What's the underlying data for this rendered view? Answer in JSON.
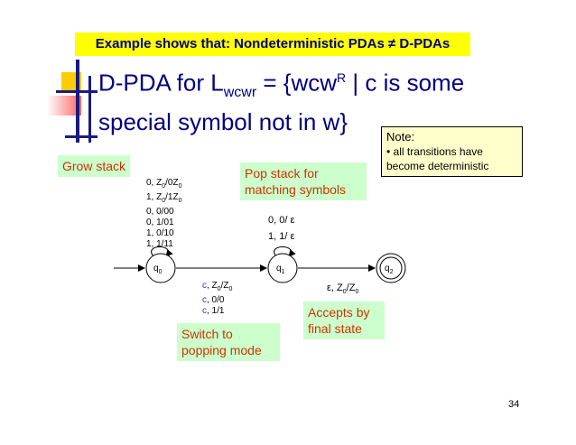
{
  "banner": "Example shows that: Nondeterministic PDAs ≠ D-PDAs",
  "title": {
    "line1_pre": "D-PDA for L",
    "line1_sub": "wcwr",
    "line1_mid": " = {wcw",
    "line1_sup": "R",
    "line1_post": " | c is some",
    "line2": "special symbol not in w}"
  },
  "note": {
    "heading": "Note:",
    "line1": "• all transitions have",
    "line2": "become deterministic"
  },
  "callouts": {
    "grow": "Grow stack",
    "pop_line1": "Pop stack for",
    "pop_line2": "matching symbols",
    "switch_line1": "Switch to",
    "switch_line2": "popping mode",
    "accept_line1": "Accepts by",
    "accept_line2": "final state"
  },
  "states": {
    "q0": "q",
    "q0_sub": "0",
    "q1": "q",
    "q1_sub": "1",
    "q2": "q",
    "q2_sub": "2"
  },
  "q0_loop": [
    {
      "a": "0, Z",
      "b": "0",
      "c": "/0Z",
      "d": "0"
    },
    {
      "a": "1, Z",
      "b": "0",
      "c": "/1Z",
      "d": "0"
    },
    {
      "a": "0, 0/00"
    },
    {
      "a": "0, 1/01"
    },
    {
      "a": "1, 0/10"
    },
    {
      "a": "1, 1/11"
    }
  ],
  "q1_loop": {
    "line1": "0, 0/ ε",
    "line2": "1, 1/ ε"
  },
  "q0_q1": [
    {
      "sym": "c",
      "a": ", Z",
      "b": "0",
      "c": "/Z",
      "d": "0"
    },
    {
      "sym": "c",
      "a": ", 0/0"
    },
    {
      "sym": "c",
      "a": ", 1/1"
    }
  ],
  "q1_q2": {
    "a": "ε, Z",
    "b": "0",
    "c": "/Z",
    "d": "0"
  },
  "page_number": "34",
  "colors": {
    "banner_bg": "#ffff00",
    "title": "#000080",
    "callout_bg": "#ccffcc",
    "callout_text": "#cc3300",
    "note_bg": "#ffffcc",
    "c_symbol": "#3333cc"
  }
}
